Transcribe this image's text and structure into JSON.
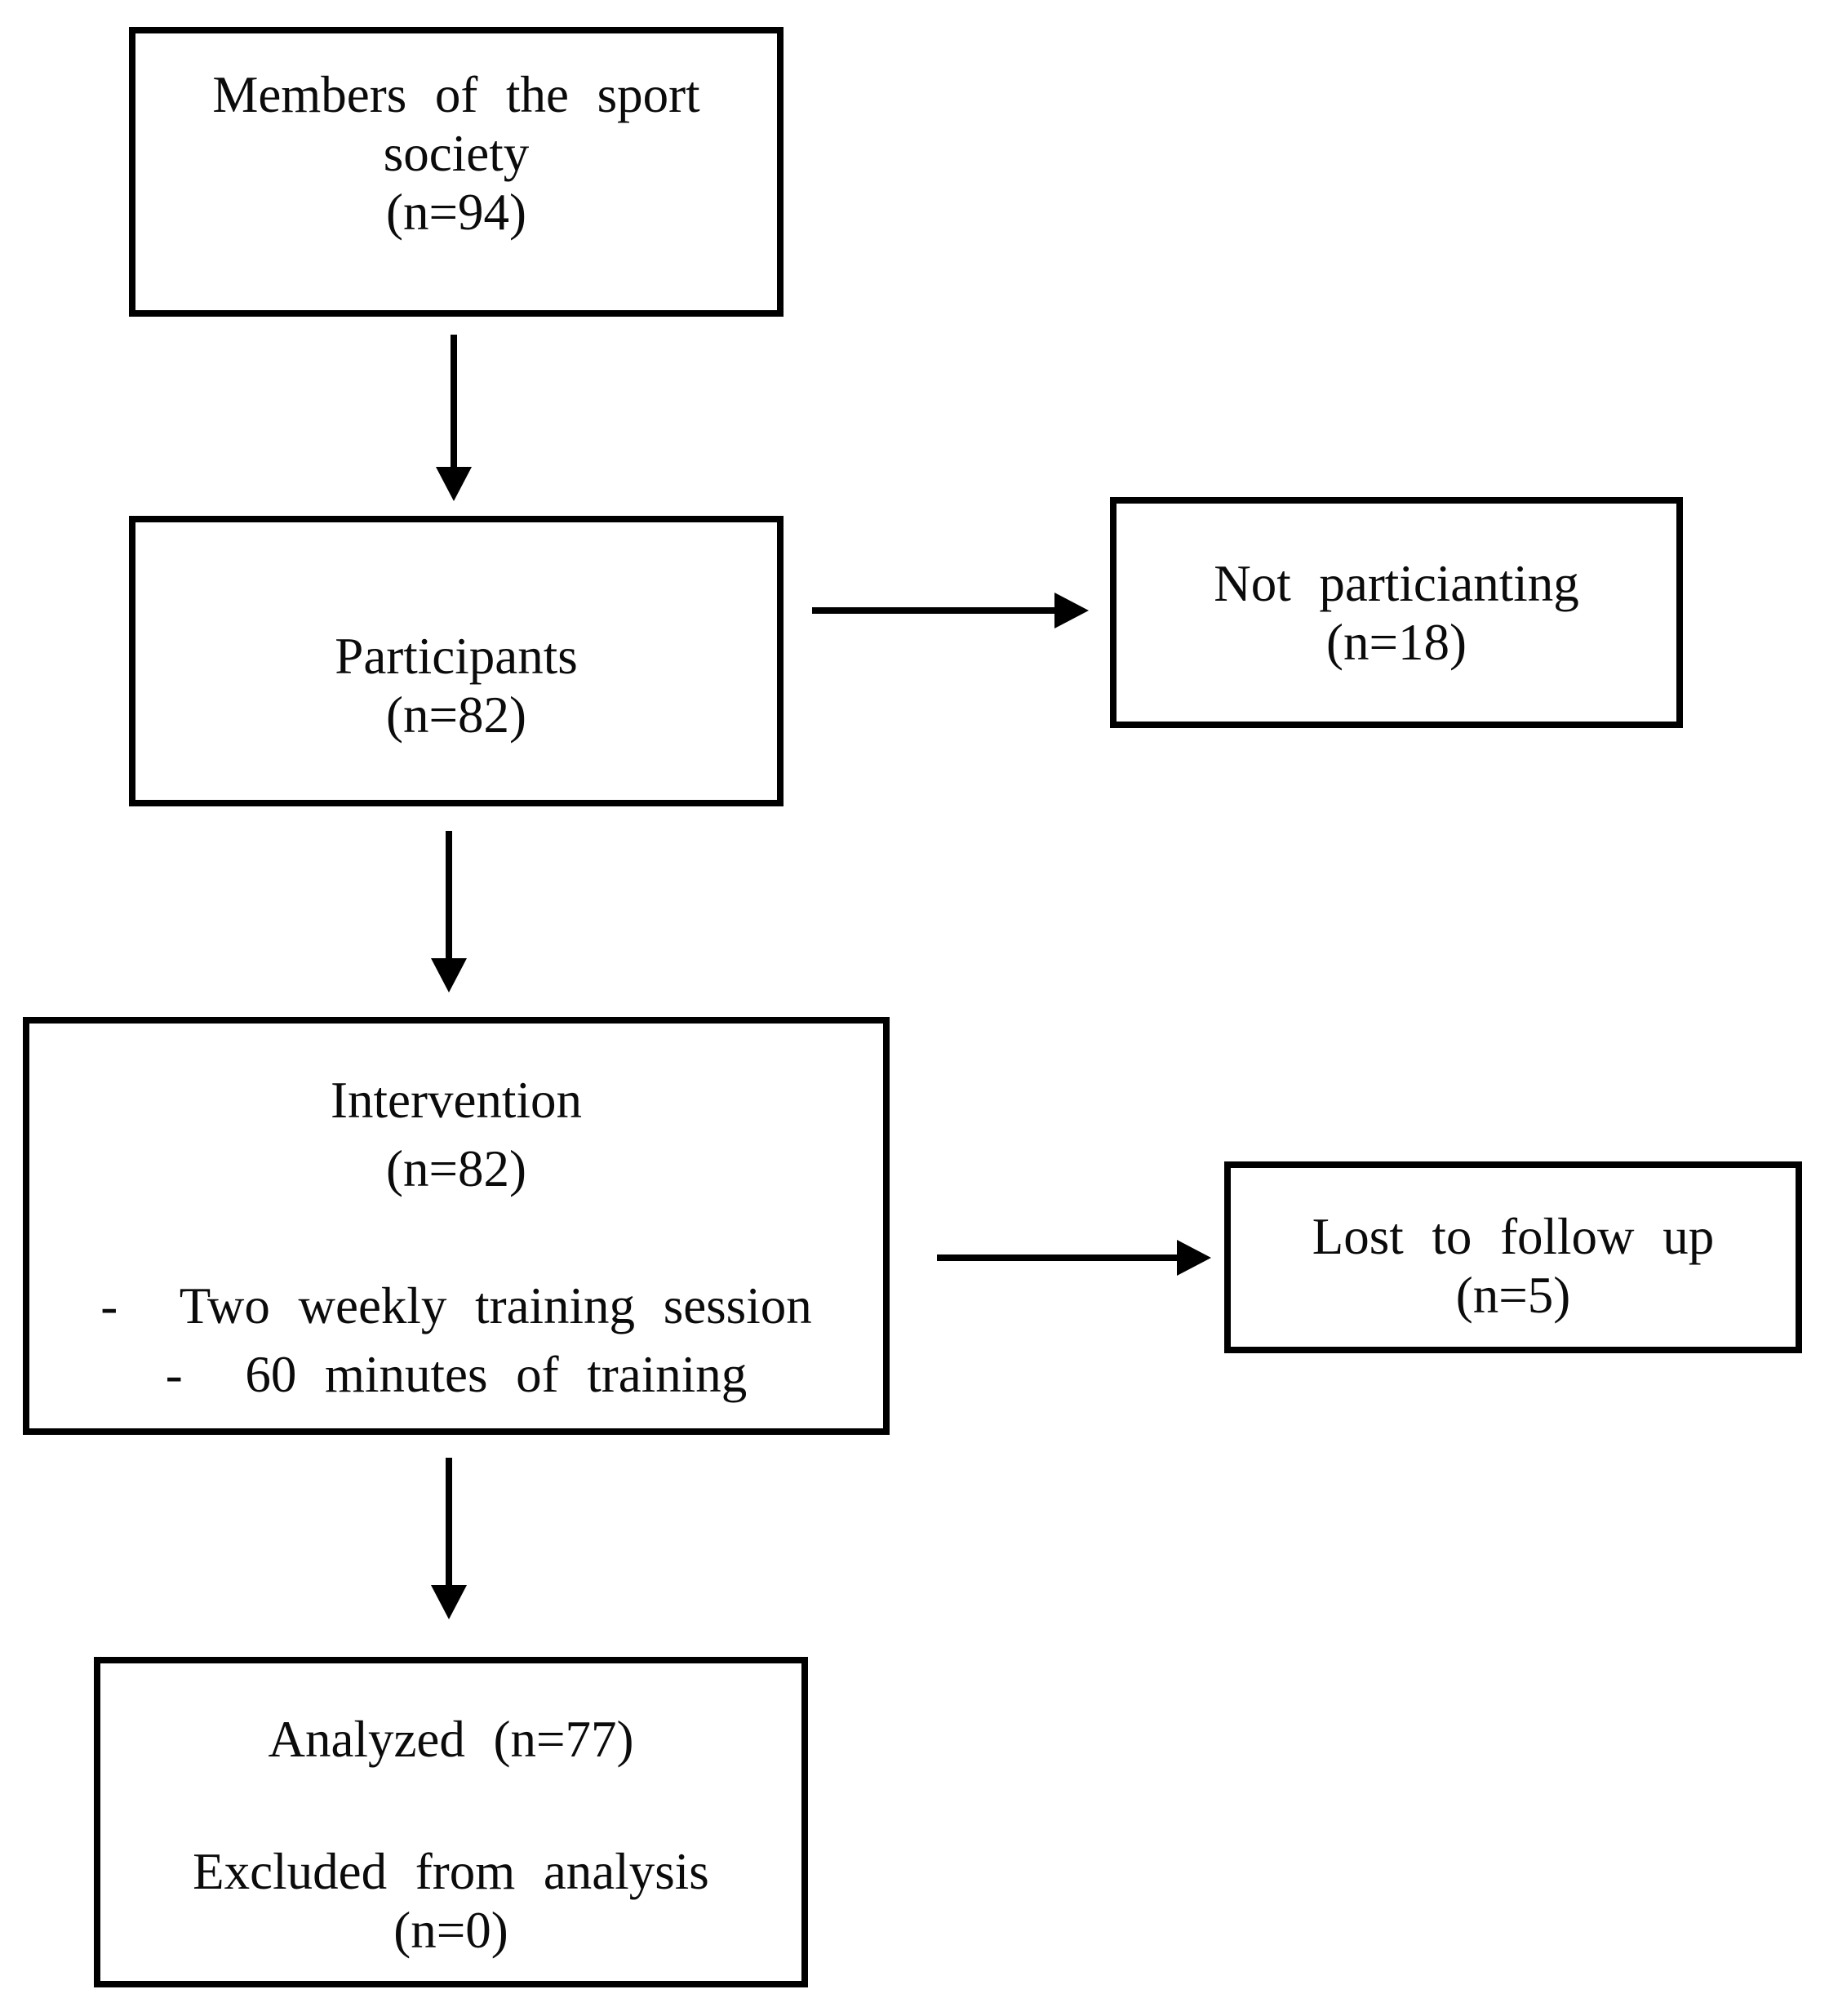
{
  "diagram": {
    "type": "flowchart",
    "background_color": "#ffffff",
    "line_color": "#000000",
    "text_color": "#0b0b0b"
  },
  "boxes": {
    "members": {
      "lines": [
        "Members of the sport",
        "society",
        "(n=94)"
      ]
    },
    "participants": {
      "lines": [
        "Participants",
        "(n=82)"
      ]
    },
    "not_participating": {
      "lines": [
        "Not particianting",
        "(n=18)"
      ]
    },
    "intervention": {
      "title_lines": [
        "Intervention",
        "(n=82)"
      ],
      "bullet_marker": "-",
      "bullets": [
        "Two weekly training session",
        "60 minutes of training"
      ]
    },
    "lost_to_follow_up": {
      "lines": [
        "Lost to follow up",
        "(n=5)"
      ]
    },
    "analyzed": {
      "lines": [
        "Analyzed (n=77)",
        "Excluded from analysis",
        "(n=0)"
      ]
    }
  }
}
